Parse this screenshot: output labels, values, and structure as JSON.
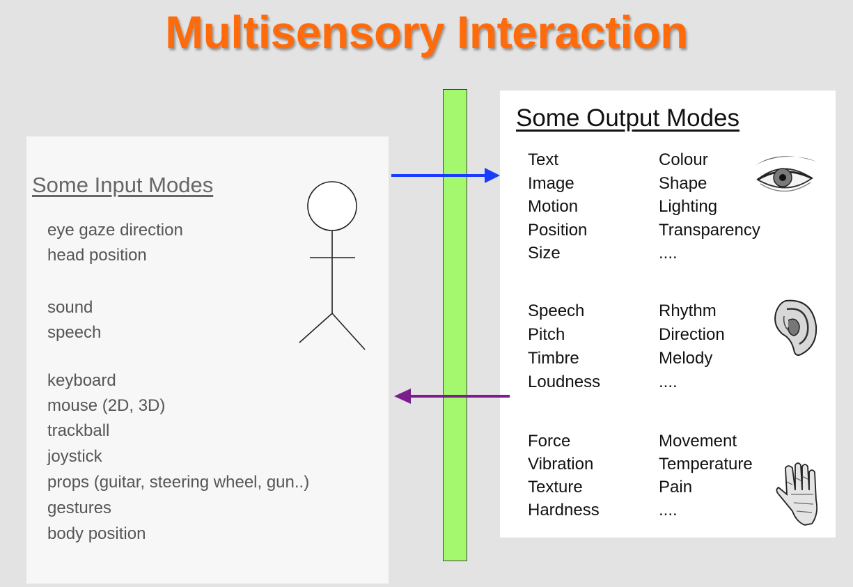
{
  "title": "Multisensory Interaction",
  "input": {
    "heading": "Some Input Modes",
    "groups": [
      [
        "eye gaze direction",
        "head position"
      ],
      [
        "sound",
        "speech"
      ],
      [
        "keyboard",
        "mouse (2D, 3D)",
        "trackball",
        "joystick",
        "props (guitar, steering wheel, gun..)",
        "gestures",
        "body position"
      ]
    ]
  },
  "output": {
    "heading": "Some Output Modes",
    "visual": {
      "left": [
        "Text",
        "Image",
        "Motion",
        "Position",
        "Size"
      ],
      "right": [
        "Colour",
        "Shape",
        "Lighting",
        "Transparency",
        "...."
      ],
      "icon": "eye-icon"
    },
    "auditory": {
      "left": [
        "Speech",
        "Pitch",
        "Timbre",
        "Loudness"
      ],
      "right": [
        "Rhythm",
        "Direction",
        "Melody",
        "...."
      ],
      "icon": "ear-icon"
    },
    "haptic": {
      "left": [
        "Force",
        "Vibration",
        "Texture",
        "Hardness"
      ],
      "right": [
        "Movement",
        "Temperature",
        "Pain",
        "...."
      ],
      "icon": "hand-icon"
    }
  },
  "colors": {
    "title": "#ff6a0a",
    "divider": "#a4f86e",
    "input_arrow": "#1a3cff",
    "output_arrow": "#7a1e8e"
  }
}
